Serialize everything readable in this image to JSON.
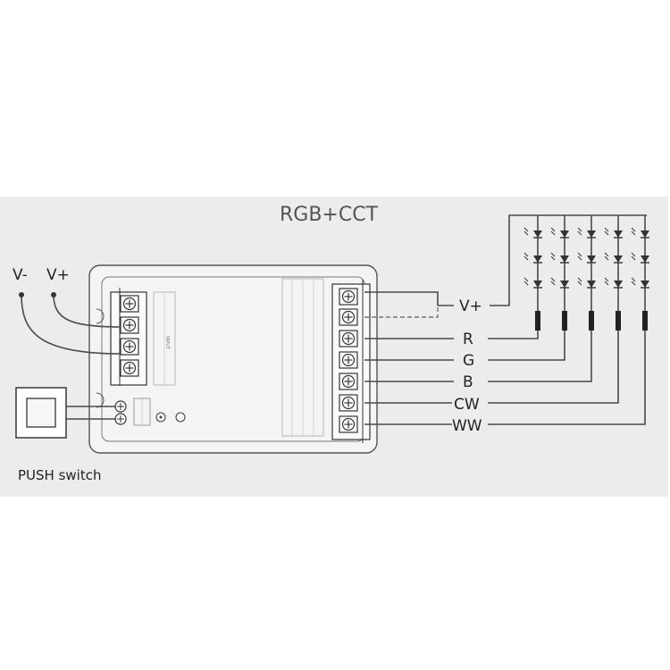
{
  "title": "RGB+CCT",
  "input": {
    "neg_label": "V-",
    "pos_label": "V+"
  },
  "switch_label": "PUSH switch",
  "outputs": [
    "V+",
    "R",
    "G",
    "B",
    "CW",
    "WW"
  ],
  "colors": {
    "background": "#ececec",
    "line": "#4a4a4a",
    "text": "#222222"
  },
  "icons": [
    "terminal-screw-icon",
    "led-icon",
    "resistor-icon",
    "push-button-icon"
  ]
}
